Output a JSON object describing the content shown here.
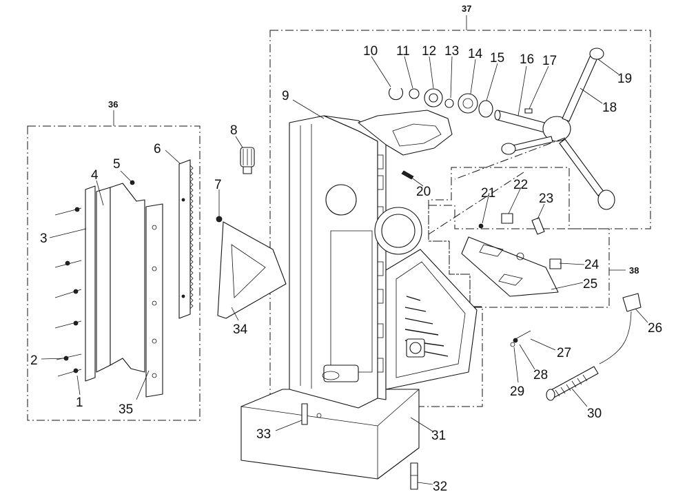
{
  "groups": {
    "g36": "36",
    "g37": "37",
    "g38": "38"
  },
  "callouts": [
    "1",
    "2",
    "3",
    "4",
    "5",
    "6",
    "7",
    "8",
    "9",
    "10",
    "11",
    "12",
    "13",
    "14",
    "15",
    "16",
    "17",
    "18",
    "19",
    "20",
    "21",
    "22",
    "23",
    "24",
    "25",
    "26",
    "27",
    "28",
    "29",
    "30",
    "31",
    "32",
    "33",
    "34",
    "35"
  ]
}
